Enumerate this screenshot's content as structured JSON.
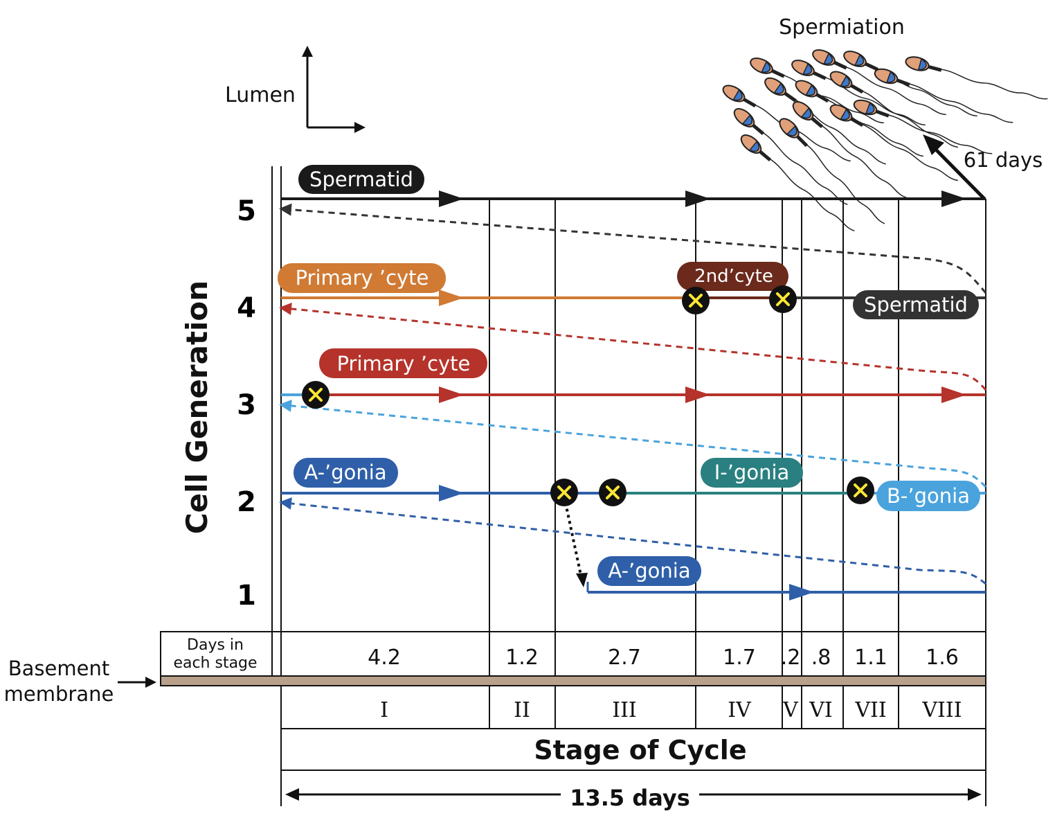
{
  "title": "Spermiation",
  "total_days_label": "61 days",
  "lumen_label": "Lumen",
  "y_axis_label": "Cell Generation",
  "generations": [
    "5",
    "4",
    "3",
    "2",
    "1"
  ],
  "basement_label_line1": "Basement",
  "basement_label_line2": "membrane",
  "days_header_line1": "Days in",
  "days_header_line2": "each stage",
  "stage_days": [
    "4.2",
    "1.2",
    "2.7",
    "1.7",
    ".2",
    ".8",
    "1.1",
    "1.6"
  ],
  "stage_numerals": [
    "I",
    "II",
    "III",
    "IV",
    "V",
    "VI",
    "VII",
    "VIII"
  ],
  "x_axis_label": "Stage of Cycle",
  "cycle_length_label": "13.5 days",
  "cell_labels": {
    "spermatid_top": "Spermatid",
    "primary_cyte_4": "Primary ’cyte",
    "second_cyte": "2nd’cyte",
    "spermatid_4": "Spermatid",
    "primary_cyte_3": "Primary ’cyte",
    "a_gonia_2": "A-’gonia",
    "i_gonia": "I-’gonia",
    "b_gonia": "B-’gonia",
    "a_gonia_1": "A-’gonia"
  },
  "colors": {
    "spermatid": "#1a1a1a",
    "primary_cyte_4": "#d07a34",
    "second_cyte": "#6b2a1c",
    "spermatid_gen4": "#333333",
    "primary_cyte_3": "#b5332b",
    "a_gonia": "#2f5fa8",
    "i_gonia": "#2a8080",
    "b_gonia": "#4aa3dc",
    "division_marker": "#ffe733",
    "basement_membrane": "#b9a08b",
    "sperm_head": "#e0a07a",
    "sperm_cap": "#3f78c8"
  }
}
